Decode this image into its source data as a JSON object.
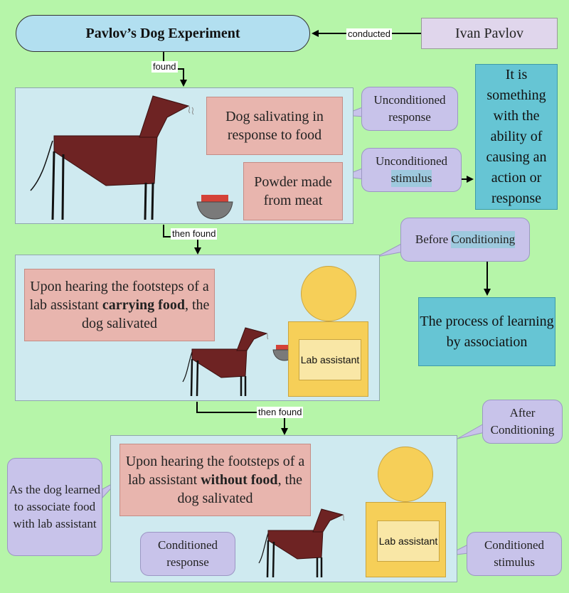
{
  "title": "Pavlov’s Dog Experiment",
  "person": "Ivan Pavlov",
  "edges": {
    "conducted": "conducted",
    "found": "found",
    "then_found_1": "then found",
    "then_found_2": "then found"
  },
  "panel1": {
    "response_text": "Dog salivating in response to food",
    "stimulus_text": "Powder made from meat",
    "unconditioned_response": "Unconditioned response",
    "unconditioned_stimulus_line1": "Unconditioned",
    "unconditioned_stimulus_line2": "stimulus"
  },
  "stimulus_definition": "It is something with the ability of causing an action or response",
  "panel2": {
    "text_before": "Upon hearing the footsteps of a lab assistant ",
    "text_bold": "carrying food",
    "text_after": ", the dog salivated",
    "lab_assistant": "Lab assistant"
  },
  "before_conditioning_prefix": "Before ",
  "before_conditioning_highlight": "Conditioning",
  "learning_definition": "The process of learning by association",
  "after_conditioning": "After Conditioning",
  "panel3": {
    "text_before": "Upon hearing the footsteps of a lab assistant ",
    "text_bold": "without food",
    "text_after": ", the dog salivated",
    "lab_assistant": "Lab assistant"
  },
  "association_note": "As the dog learned to associate food with lab assistant",
  "conditioned_response": "Conditioned response",
  "conditioned_stimulus": "Conditioned stimulus",
  "colors": {
    "background": "#b6f5a9",
    "panel": "#cfeaf0",
    "title_box": "#b2dff0",
    "pink_box": "#e8b5ae",
    "teal_box": "#66c5d4",
    "bubble": "#c8c3ea",
    "dog": "#6e2323",
    "lab_assistant": "#f6cf58"
  }
}
